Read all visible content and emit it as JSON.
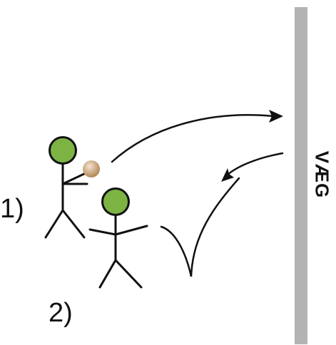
{
  "wall": {
    "label": "VÆG",
    "color": "#b3b3b3"
  },
  "labels": {
    "person_1": "1)",
    "person_2": "2)"
  },
  "colors": {
    "head": "#7cb342",
    "head_outline": "#111111",
    "line": "#111111",
    "ball": "#c9a27c"
  },
  "icons": {
    "ball": "ball-icon",
    "arrow": "arrow-icon"
  }
}
